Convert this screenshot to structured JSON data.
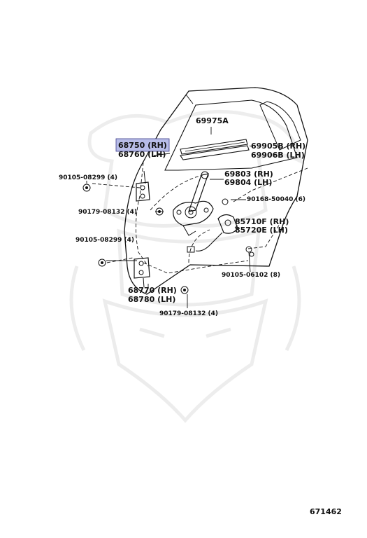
{
  "diagram": {
    "highlight_color": "#b8bde8",
    "labels": {
      "p69975a": "69975A",
      "p68750": "68750 (RH)",
      "p68760": "68760 (LH)",
      "p69905b": "69905B (RH)",
      "p69906b": "69906B (LH)",
      "p90105_top": "90105-08299 (4)",
      "p69803": "69803 (RH)",
      "p69804": "69804 (LH)",
      "p90168": "90168-50040 (6)",
      "p90179_top": "90179-08132 (4)",
      "p85710f": "85710F (RH)",
      "p85720e": "85720E (LH)",
      "p90105_mid": "90105-08299 (4)",
      "p90105_06102": "90105-06102 (8)",
      "p68770": "68770 (RH)",
      "p68780": "68780 (LH)",
      "p90179_bot": "90179-08132 (4)"
    },
    "diagram_number": "671462"
  }
}
